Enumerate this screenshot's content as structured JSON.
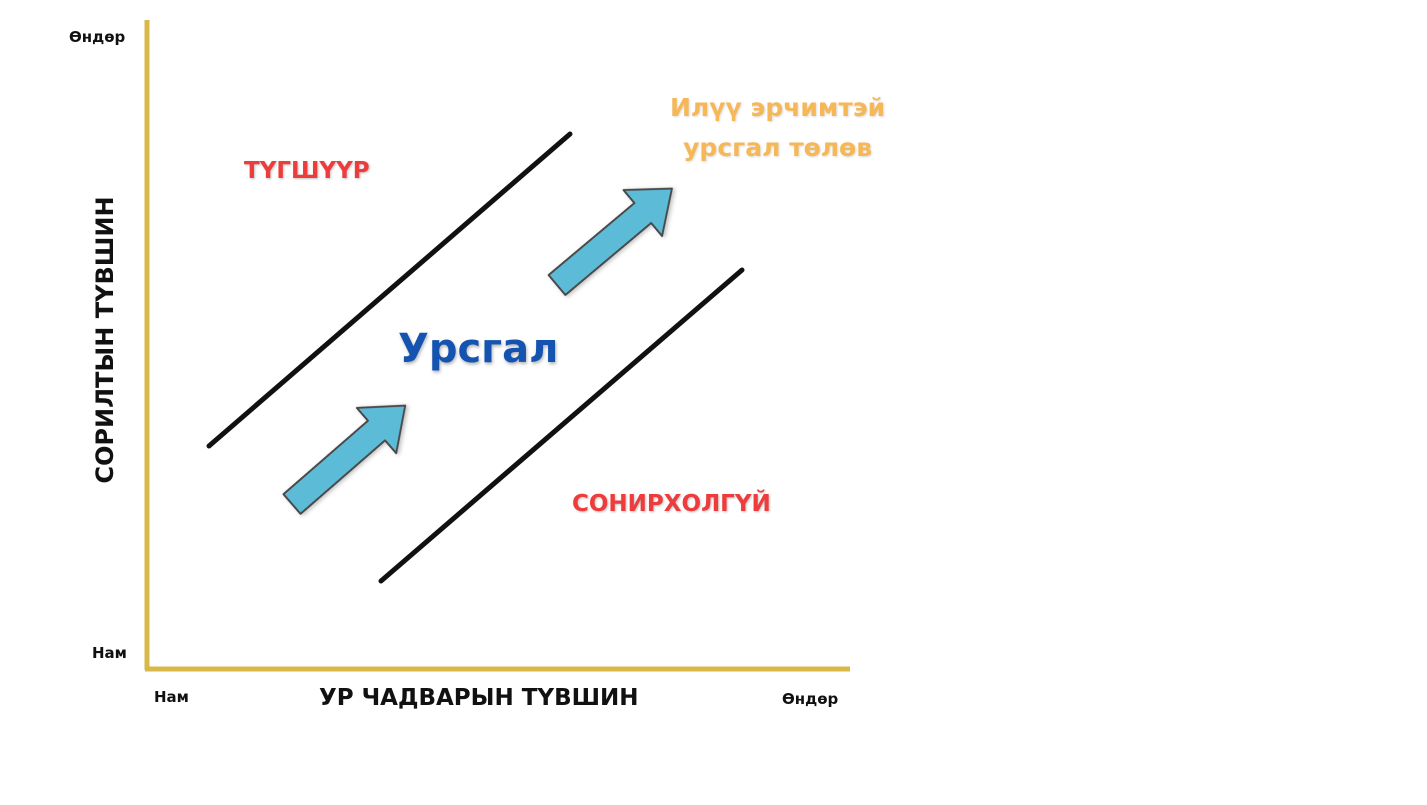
{
  "axes": {
    "y_title": "СОРИЛТЫН ТҮВШИН",
    "x_title": "УР ЧАДВАРЫН ТҮВШИН",
    "y_high": "Өндөр",
    "y_low": "Нам",
    "x_low": "Нам",
    "x_high": "Өндөр"
  },
  "zones": {
    "anxiety": "ТҮГШҮҮР",
    "flow": "Урсгал",
    "boredom": "СОНИРХОЛГҮЙ"
  },
  "note": {
    "line1": "Илүү эрчимтэй",
    "line2": "урсгал төлөв"
  },
  "colors": {
    "axis": "#d9b84a",
    "boundary": "#111111",
    "arrow_fill": "#5bbcd8",
    "arrow_stroke": "#4a4a4a",
    "zone_red": "#ee3b3b",
    "flow_blue": "#1553b0",
    "note_orange": "#f6b757"
  }
}
